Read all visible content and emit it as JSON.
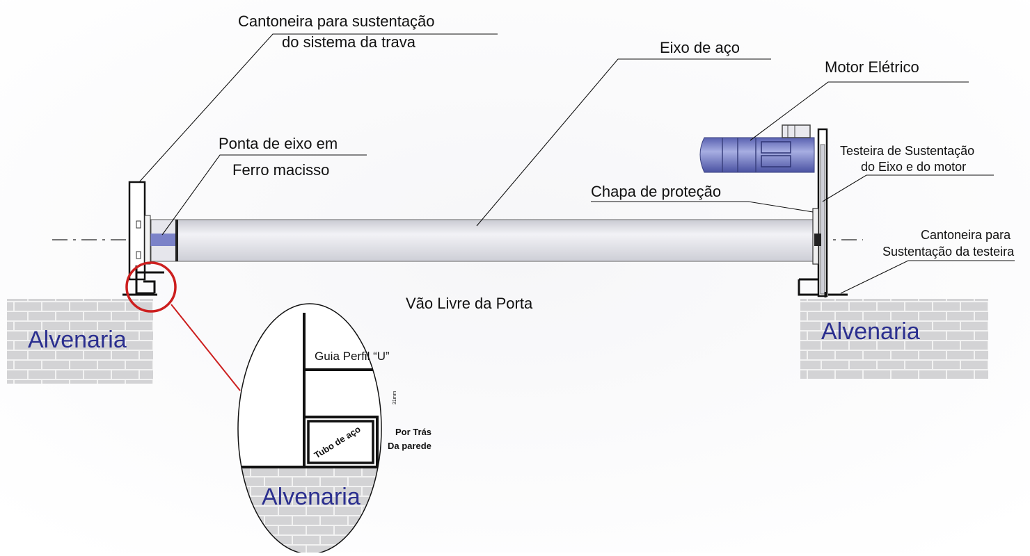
{
  "labels": {
    "cantoneira_trava_l1": "Cantoneira para sustentação",
    "cantoneira_trava_l2": "do sistema da trava",
    "eixo_aco": "Eixo de aço",
    "motor": "Motor  Elétrico",
    "ponta_eixo_l1": "Ponta de eixo em",
    "ponta_eixo_l2": "Ferro macisso",
    "testeira_l1": "Testeira de Sustentação",
    "testeira_l2": "do Eixo e do motor",
    "chapa": "Chapa de proteção",
    "cantoneira_testeira_l1": "Cantoneira para",
    "cantoneira_testeira_l2": "Sustentação da testeira",
    "vao_livre": "Vão Livre da Porta",
    "alvenaria_left": "Alvenaria",
    "alvenaria_right": "Alvenaria"
  },
  "detail": {
    "guia": "Guia Perfil “U”",
    "dimension": "31mm",
    "tubo": "Tubo de aço",
    "por_tras_l1": "Por Trás",
    "por_tras_l2": "Da parede",
    "alvenaria": "Alvenaria"
  },
  "colors": {
    "brick_fill": "#d3d3d5",
    "brick_mortar": "#f2f2f2",
    "masonry_text": "#2b2f8f",
    "zoom_circle": "#cc1f1f",
    "motor_blue": "#6f78c4",
    "shaft_gray": "#dcdde3"
  }
}
